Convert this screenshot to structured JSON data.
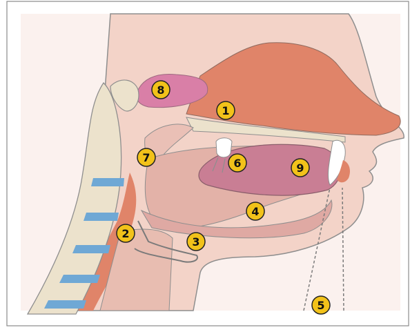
{
  "figure": {
    "markers": [
      {
        "id": "1",
        "label": "1"
      },
      {
        "id": "2",
        "label": "2"
      },
      {
        "id": "3",
        "label": "3"
      },
      {
        "id": "4",
        "label": "4"
      },
      {
        "id": "5",
        "label": "5"
      },
      {
        "id": "6",
        "label": "6"
      },
      {
        "id": "7",
        "label": "7"
      },
      {
        "id": "8",
        "label": "8"
      },
      {
        "id": "9",
        "label": "9"
      }
    ],
    "colors": {
      "skin": "#f6ddd6",
      "muscle": "#e08469",
      "nasal_pink": "#d97fa7",
      "tongue": "#c97e94",
      "bone": "#ece2cc",
      "disc_blue": "#6fa8d5",
      "marker_fill": "#f2c21a",
      "outline": "#6b6b6b"
    }
  }
}
